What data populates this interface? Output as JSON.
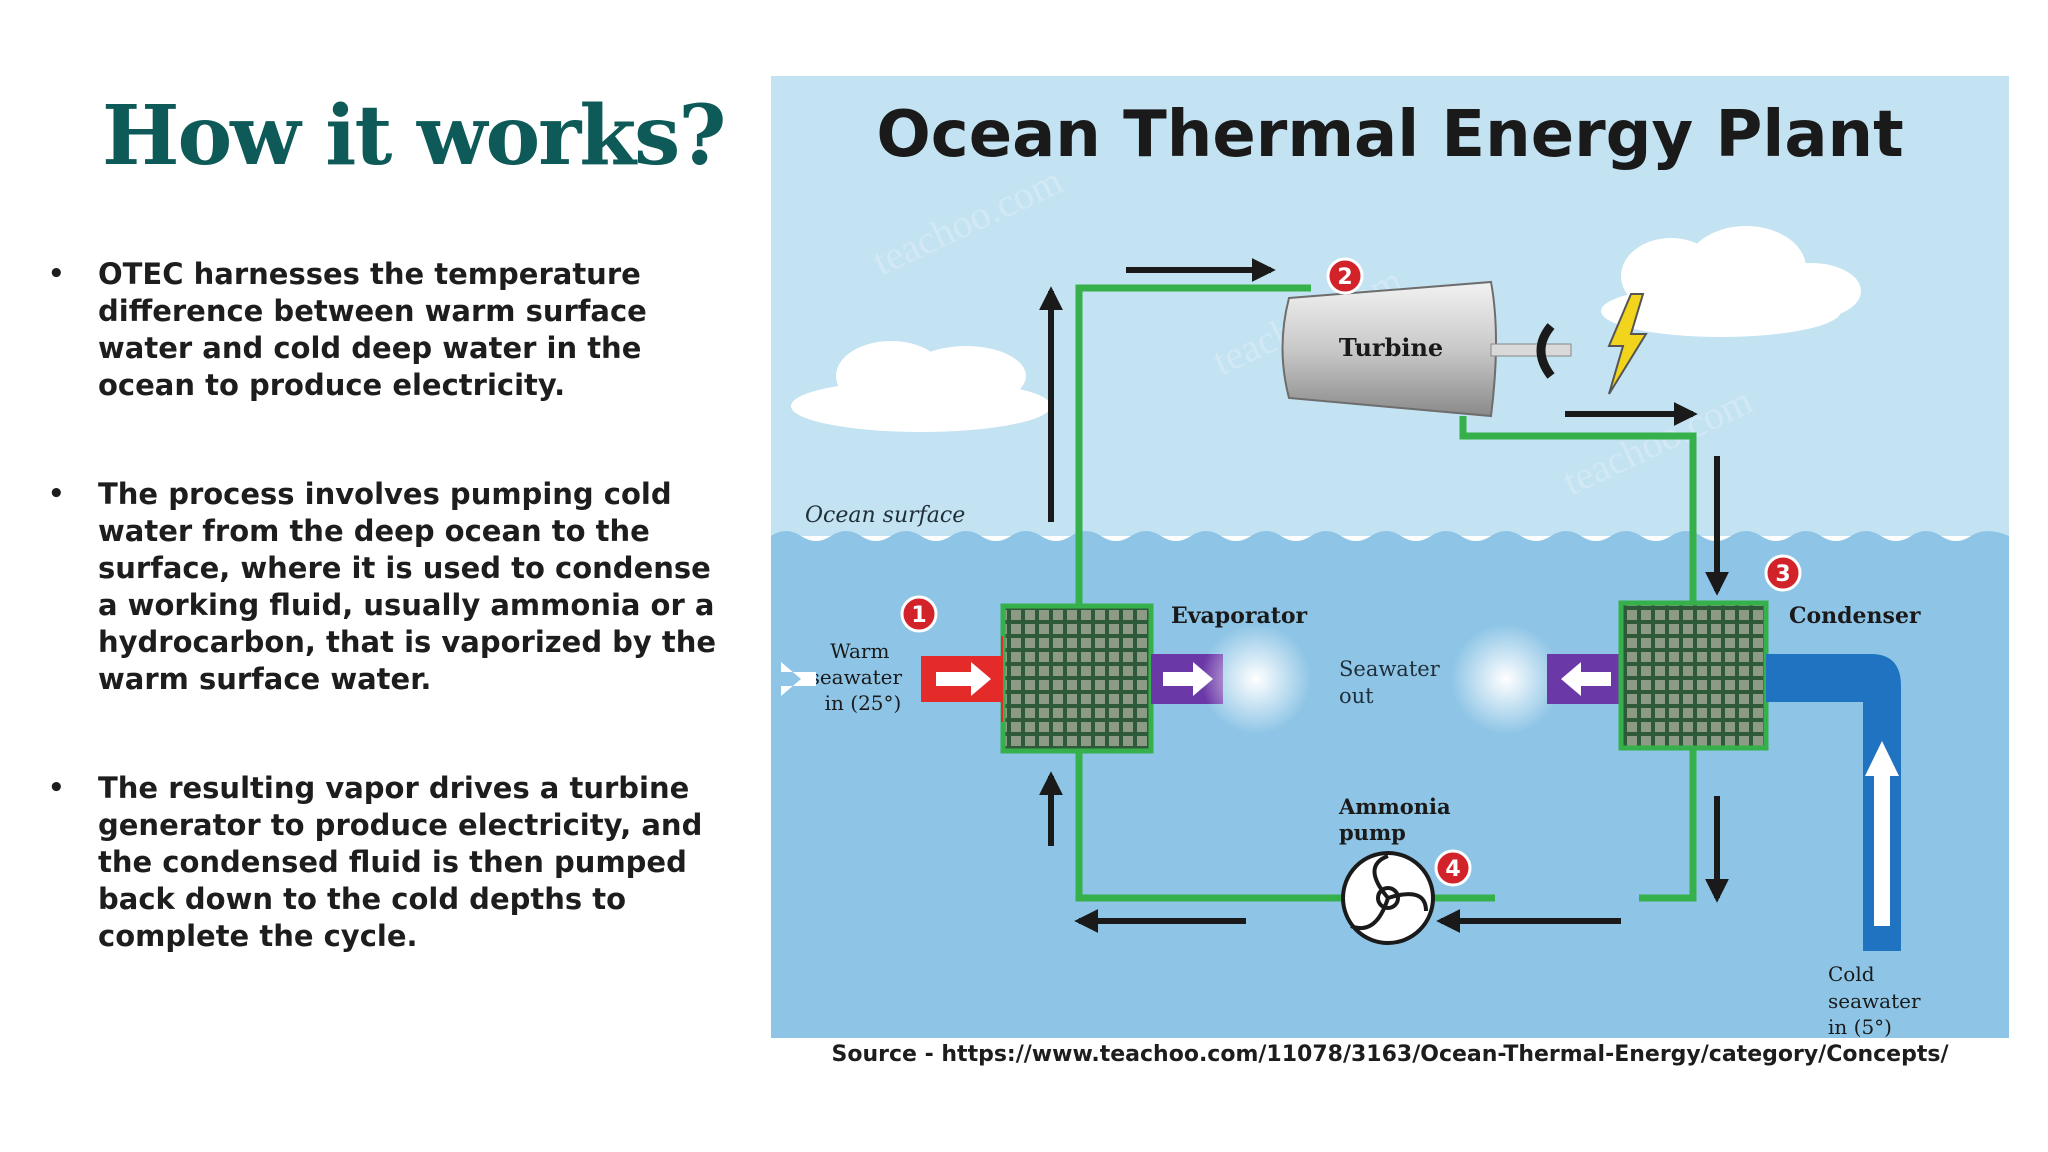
{
  "slide": {
    "title": "How it works?",
    "bullets": [
      "OTEC harnesses the temperature difference between warm surface water and cold deep water in the ocean to produce electricity.",
      "The process involves pumping cold water from the deep ocean to the surface, where it is used to condense a working fluid, usually ammonia or a hydrocarbon, that is vaporized by the warm surface water.",
      "The resulting vapor drives a turbine generator to produce electricity, and the condensed fluid is then pumped back down to the cold depths to complete the cycle."
    ],
    "source": "Source - https://www.teachoo.com/11078/3163/Ocean-Thermal-Energy/category/Concepts/"
  },
  "diagram": {
    "title": "Ocean Thermal Energy Plant",
    "ocean_surface_label": "Ocean surface",
    "turbine_label": "Turbine",
    "evaporator_label": "Evaporator",
    "condenser_label": "Condenser",
    "warm_in_label": [
      "Warm",
      "seawater",
      "in (25°)"
    ],
    "seawater_out_label": [
      "Seawater",
      "out"
    ],
    "pump_label": [
      "Ammonia",
      "pump"
    ],
    "cold_in_label": [
      "Cold",
      "seawater",
      "in (5°)"
    ],
    "steps": [
      "1",
      "2",
      "3",
      "4"
    ],
    "watermark": "teachoo.com",
    "colors": {
      "sky": "#c3e2f2",
      "water": "#8ec5e6",
      "loop": "#35b04a",
      "warm": "#e52a2a",
      "outflow": "#6b38a8",
      "cold": "#1f73c0",
      "badge": "#d3232a",
      "title": "#0d5a58"
    }
  }
}
